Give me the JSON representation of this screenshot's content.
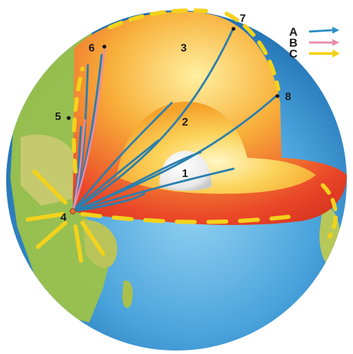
{
  "diagram": {
    "labels": {
      "n1": "1",
      "n2": "2",
      "n3": "3",
      "n4": "4",
      "n5": "5",
      "n6": "6",
      "n7": "7",
      "n8": "8"
    },
    "legend": [
      {
        "letter": "A",
        "color": "#2b8fc7"
      },
      {
        "letter": "B",
        "color": "#e88aa8"
      },
      {
        "letter": "C",
        "color": "#f3d21c"
      }
    ],
    "colors": {
      "ocean": "#3f9ad6",
      "land": "#9cc24a",
      "mantle": "#e8402a",
      "outer_core": "#f6b12a",
      "inner_core": "#f4f4f4",
      "arrow_yellow": "#f3d21c",
      "ray_blue": "#2b7fae"
    }
  }
}
